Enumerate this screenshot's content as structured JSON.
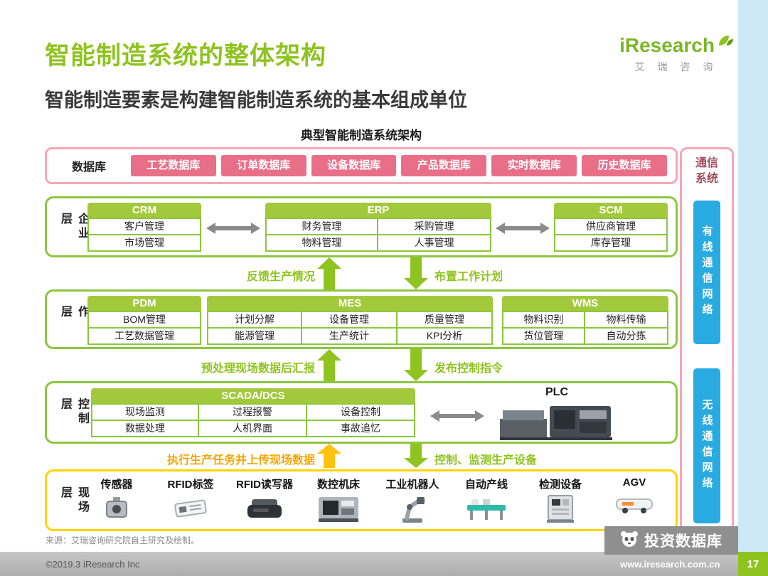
{
  "page": {
    "title": "智能制造系统的整体架构",
    "subtitle": "智能制造要素是构建智能制造系统的基本组成单位",
    "diagram_title": "典型智能制造系统架构",
    "source": "来源：艾瑞咨询研究院自主研究及绘制。",
    "copyright": "©2019.3 iResearch Inc",
    "website": "www.iresearch.com.cn",
    "page_number": "17"
  },
  "logo": {
    "brand": "iResearch",
    "brand_cn": "艾 瑞 咨 询"
  },
  "watermark": {
    "label": "投资数据库"
  },
  "colors": {
    "brand_green": "#8fc31f",
    "pink": "#e96f88",
    "blue": "#29abe2",
    "yellow": "#ffd400",
    "orange_yellow": "#f5a602"
  },
  "database_row": {
    "label": "数据库",
    "items": [
      "工艺数据库",
      "订单数据库",
      "设备数据库",
      "产品数据库",
      "实时数据库",
      "历史数据库"
    ]
  },
  "comm": {
    "label": "通信系统",
    "wired": "有线通信网络",
    "wireless": "无线通信网络"
  },
  "enterprise": {
    "label": "企业层",
    "crm": {
      "title": "CRM",
      "items": [
        "客户管理",
        "市场管理"
      ]
    },
    "erp": {
      "title": "ERP",
      "items": [
        "财务管理",
        "采购管理",
        "物料管理",
        "人事管理"
      ]
    },
    "scm": {
      "title": "SCM",
      "items": [
        "供应商管理",
        "库存管理"
      ]
    }
  },
  "flow1": {
    "up": "反馈生产情况",
    "down": "布置工作计划"
  },
  "operation": {
    "label": "操作层",
    "pdm": {
      "title": "PDM",
      "items": [
        "BOM管理",
        "工艺数据管理"
      ]
    },
    "mes": {
      "title": "MES",
      "items": [
        "计划分解",
        "设备管理",
        "质量管理",
        "能源管理",
        "生产统计",
        "KPI分析"
      ]
    },
    "wms": {
      "title": "WMS",
      "items": [
        "物料识别",
        "物料传输",
        "货位管理",
        "自动分拣"
      ]
    }
  },
  "flow2": {
    "up": "预处理现场数据后汇报",
    "down": "发布控制指令"
  },
  "control": {
    "label": "控制层",
    "scada": {
      "title": "SCADA/DCS",
      "items": [
        "现场监测",
        "过程报警",
        "设备控制",
        "数据处理",
        "人机界面",
        "事故追忆"
      ]
    },
    "plc": {
      "title": "PLC"
    }
  },
  "flow3": {
    "up": "执行生产任务并上传现场数据",
    "down": "控制、监测生产设备"
  },
  "field": {
    "label": "现场层",
    "items": [
      "传感器",
      "RFID标签",
      "RFID读写器",
      "数控机床",
      "工业机器人",
      "自动产线",
      "检测设备",
      "AGV"
    ]
  }
}
